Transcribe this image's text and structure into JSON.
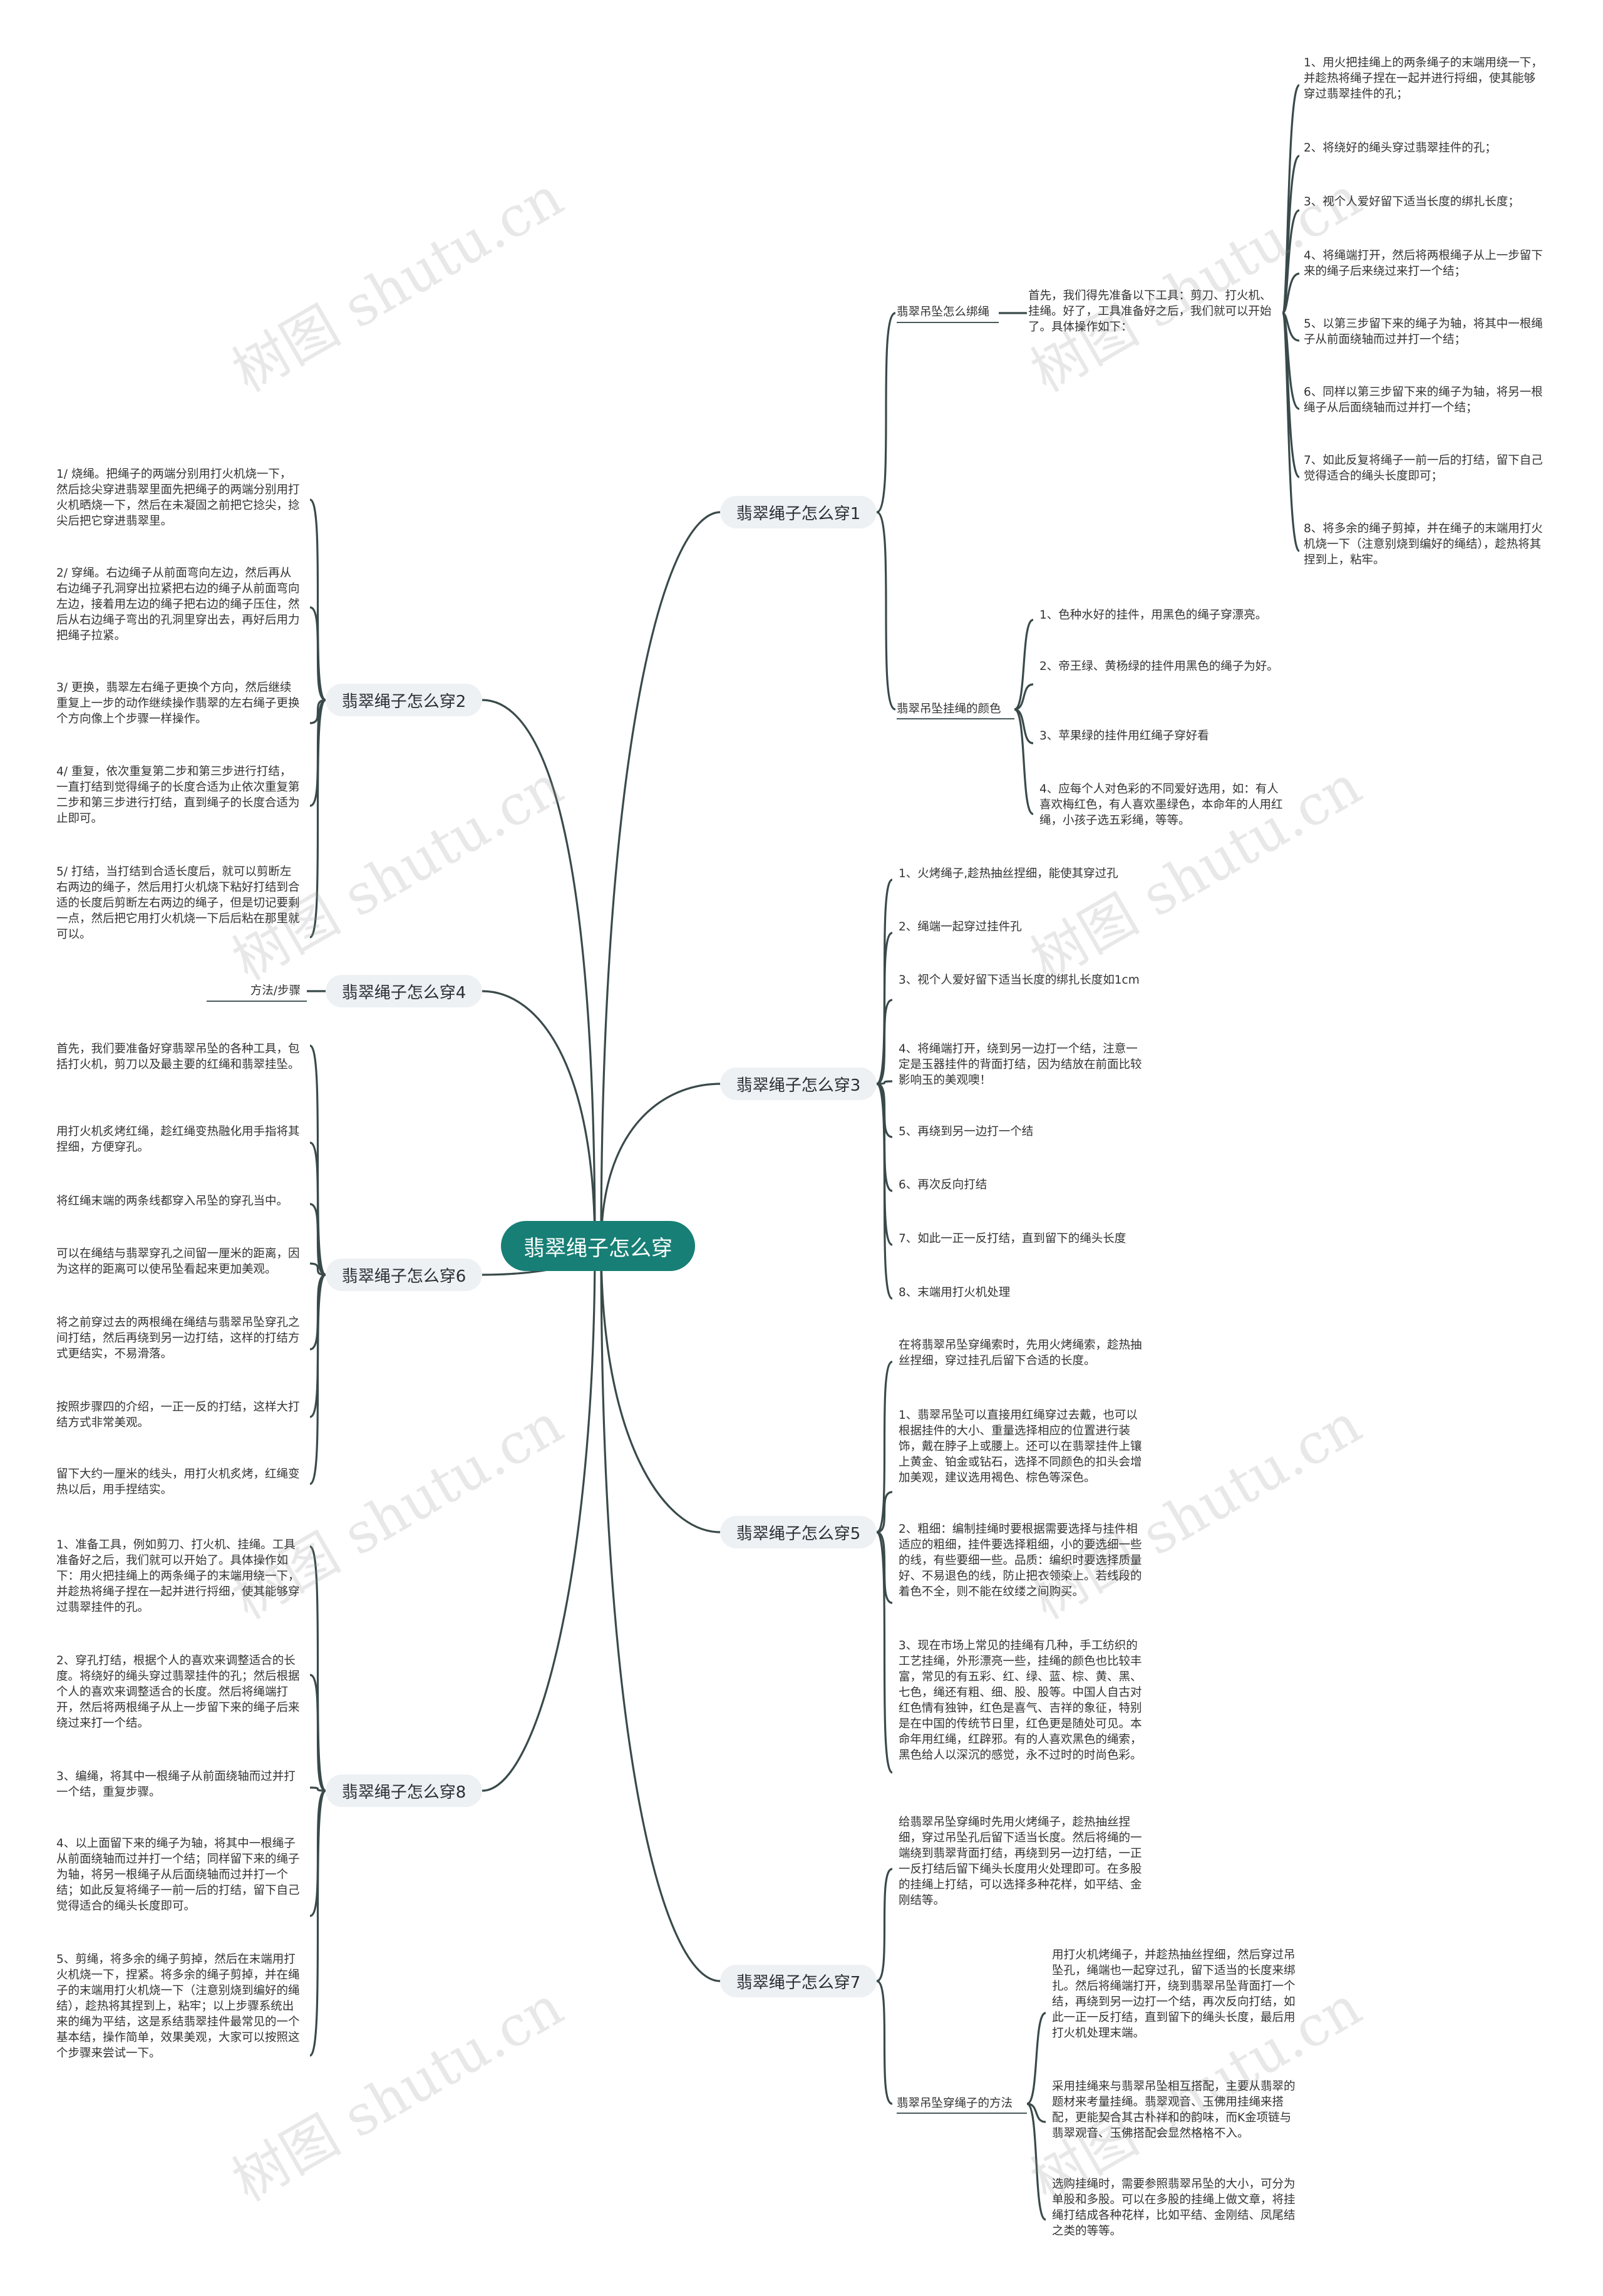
{
  "root": "翡翠绳子怎么穿",
  "branches": {
    "b1": {
      "label": "翡翠绳子怎么穿1",
      "sub1": {
        "label": "翡翠吊坠怎么绑绳",
        "intro": "首先，我们得先准备以下工具：剪刀、打火机、挂绳。好了，工具准备好之后，我们就可以开始了。具体操作如下：",
        "steps": [
          "1、用火把挂绳上的两条绳子的末端用绕一下，并趁热将绳子捏在一起并进行捋细，使其能够穿过翡翠挂件的孔；",
          "2、将绕好的绳头穿过翡翠挂件的孔；",
          "3、视个人爱好留下适当长度的绑扎长度；",
          "4、将绳端打开，然后将两根绳子从上一步留下来的绳子后来绕过来打一个结；",
          "5、以第三步留下来的绳子为轴，将其中一根绳子从前面绕轴而过并打一个结；",
          "6、同样以第三步留下来的绳子为轴，将另一根绳子从后面绕轴而过并打一个结；",
          "7、如此反复将绳子一前一后的打结，留下自己觉得适合的绳头长度即可；",
          "8、将多余的绳子剪掉，并在绳子的末端用打火机烧一下（注意别烧到编好的绳结），趁热将其捏到上，粘牢。"
        ]
      },
      "sub2": {
        "label": "翡翠吊坠挂绳的颜色",
        "items": [
          "1、色种水好的挂件，用黑色的绳子穿漂亮。",
          "2、帝王绿、黄杨绿的挂件用黑色的绳子为好。",
          "3、苹果绿的挂件用红绳子穿好看",
          "4、应每个人对色彩的不同爱好选用，如：有人喜欢梅红色，有人喜欢墨绿色，本命年的人用红绳，小孩子选五彩绳，等等。"
        ]
      }
    },
    "b2": {
      "label": "翡翠绳子怎么穿2",
      "items": [
        "1/ 烧绳。把绳子的两端分别用打火机烧一下，然后捻尖穿进翡翠里面先把绳子的两端分别用打火机晒烧一下，然后在未凝固之前把它捻尖，捻尖后把它穿进翡翠里。",
        "2/ 穿绳。右边绳子从前面弯向左边，然后再从右边绳子孔洞穿出拉紧把右边的绳子从前面弯向左边，接着用左边的绳子把右边的绳子压住，然后从右边绳子弯出的孔洞里穿出去，再好后用力把绳子拉紧。",
        "3/ 更换，翡翠左右绳子更换个方向，然后继续重复上一步的动作继续操作翡翠的左右绳子更换个方向像上个步骤一样操作。",
        "4/ 重复，依次重复第二步和第三步进行打结，一直打结到觉得绳子的长度合适为止依次重复第二步和第三步进行打结，直到绳子的长度合适为止即可。",
        "5/ 打结，当打结到合适长度后，就可以剪断左右两边的绳子，然后用打火机烧下粘好打结到合适的长度后剪断左右两边的绳子，但是切记要剩一点，然后把它用打火机烧一下后后粘在那里就可以。"
      ]
    },
    "b3": {
      "label": "翡翠绳子怎么穿3",
      "items": [
        "1、火烤绳子,趁热抽丝捏细，能使其穿过孔",
        "2、绳端一起穿过挂件孔",
        "3、视个人爱好留下适当长度的绑扎长度如1cm",
        "4、将绳端打开，绕到另一边打一个结，注意一定是玉器挂件的背面打结，因为结放在前面比较影响玉的美观噢！",
        "5、再绕到另一边打一个结",
        "6、再次反向打结",
        "7、如此一正一反打结，直到留下的绳头长度",
        "8、末端用打火机处理"
      ]
    },
    "b4": {
      "label": "翡翠绳子怎么穿4",
      "items": [
        "方法/步骤"
      ]
    },
    "b5": {
      "label": "翡翠绳子怎么穿5",
      "items": [
        "在将翡翠吊坠穿绳索时，先用火烤绳索，趁热抽丝捏细，穿过挂孔后留下合适的长度。",
        "1、翡翠吊坠可以直接用红绳穿过去戴，也可以根据挂件的大小、重量选择相应的位置进行装饰，戴在脖子上或腰上。还可以在翡翠挂件上镶上黄金、铂金或钻石，选择不同颜色的扣头会增加美观，建议选用褐色、棕色等深色。",
        "2、粗细：编制挂绳时要根据需要选择与挂件相适应的粗细，挂件要选择粗细，小的要选细一些的线，有些要细一些。品质：编织时要选择质量好、不易退色的线，防止把衣领染上。若线段的着色不全，则不能在纹缕之间购买。",
        "3、现在市场上常见的挂绳有几种，手工纺织的工艺挂绳，外形漂亮一些，挂绳的颜色也比较丰富，常见的有五彩、红、绿、蓝、棕、黄、黑、七色，绳还有粗、细、股、股等。中国人自古对红色情有独钟，红色是喜气、吉祥的象征，特别是在中国的传统节日里，红色更是随处可见。本命年用红绳，红辟邪。有的人喜欢黑色的绳索，黑色给人以深沉的感觉，永不过时的时尚色彩。"
      ]
    },
    "b6": {
      "label": "翡翠绳子怎么穿6",
      "items": [
        "首先，我们要准备好穿翡翠吊坠的各种工具，包括打火机，剪刀以及最主要的红绳和翡翠挂坠。",
        "用打火机炙烤红绳，趁红绳变热融化用手指将其捏细，方便穿孔。",
        "将红绳末端的两条线都穿入吊坠的穿孔当中。",
        "可以在绳结与翡翠穿孔之间留一厘米的距离，因为这样的距离可以使吊坠看起来更加美观。",
        "将之前穿过去的两根绳在绳结与翡翠吊坠穿孔之间打结，然后再绕到另一边打结，这样的打结方式更结实，不易滑落。",
        "按照步骤四的介绍，一正一反的打结，这样大打结方式非常美观。",
        "留下大约一厘米的线头，用打火机炙烤，红绳变热以后，用手捏结实。"
      ]
    },
    "b7": {
      "label": "翡翠绳子怎么穿7",
      "intro": "给翡翠吊坠穿绳时先用火烤绳子，趁热抽丝捏细，穿过吊坠孔后留下适当长度。然后将绳的一端绕到翡翠背面打结，再绕到另一边打结，一正一反打结后留下绳头长度用火处理即可。在多股的挂绳上打结，可以选择多种花样，如平结、金刚结等。",
      "sub": {
        "label": "翡翠吊坠穿绳子的方法",
        "items": [
          "用打火机烤绳子，并趁热抽丝捏细，然后穿过吊坠孔，绳端也一起穿过孔，留下适当的长度来绑扎。然后将绳端打开，绕到翡翠吊坠背面打一个结，再绕到另一边打一个结，再次反向打结，如此一正一反打结，直到留下的绳头长度，最后用打火机处理末端。",
          "采用挂绳来与翡翠吊坠相互搭配，主要从翡翠的题材来考量挂绳。翡翠观音、玉佛用挂绳来搭配，更能契合其古朴祥和的韵味，而K金项链与翡翠观音、玉佛搭配会显然格格不入。",
          "选购挂绳时，需要参照翡翠吊坠的大小，可分为单股和多股。可以在多股的挂绳上做文章，将挂绳打结成各种花样，比如平结、金刚结、凤尾结之类的等等。"
        ]
      }
    },
    "b8": {
      "label": "翡翠绳子怎么穿8",
      "items": [
        "1、准备工具，例如剪刀、打火机、挂绳。工具准备好之后，我们就可以开始了。具体操作如下：用火把挂绳上的两条绳子的末端用绕一下，并趁热将绳子捏在一起并进行捋细，使其能够穿过翡翠挂件的孔。",
        "2、穿孔打结，根据个人的喜欢来调整适合的长度。将绕好的绳头穿过翡翠挂件的孔；然后根据个人的喜欢来调整适合的长度。然后将绳端打开，然后将两根绳子从上一步留下来的绳子后来绕过来打一个结。",
        "3、编绳，将其中一根绳子从前面绕轴而过并打一个结，重复步骤。",
        "4、以上面留下来的绳子为轴，将其中一根绳子从前面绕轴而过并打一个结；同样留下来的绳子为轴，将另一根绳子从后面绕轴而过并打一个结；如此反复将绳子一前一后的打结，留下自己觉得适合的绳头长度即可。",
        "5、剪绳，将多余的绳子剪掉，然后在末端用打火机烧一下，捏紧。将多余的绳子剪掉，并在绳子的末端用打火机烧一下（注意别烧到编好的绳结），趁热将其捏到上，粘牢；以上步骤系统出来的绳为平结，这是系结翡翠挂件最常见的一个基本结，操作简单，效果美观，大家可以按照这个步骤来尝试一下。"
      ]
    }
  },
  "watermark": "树图 shutu.cn"
}
